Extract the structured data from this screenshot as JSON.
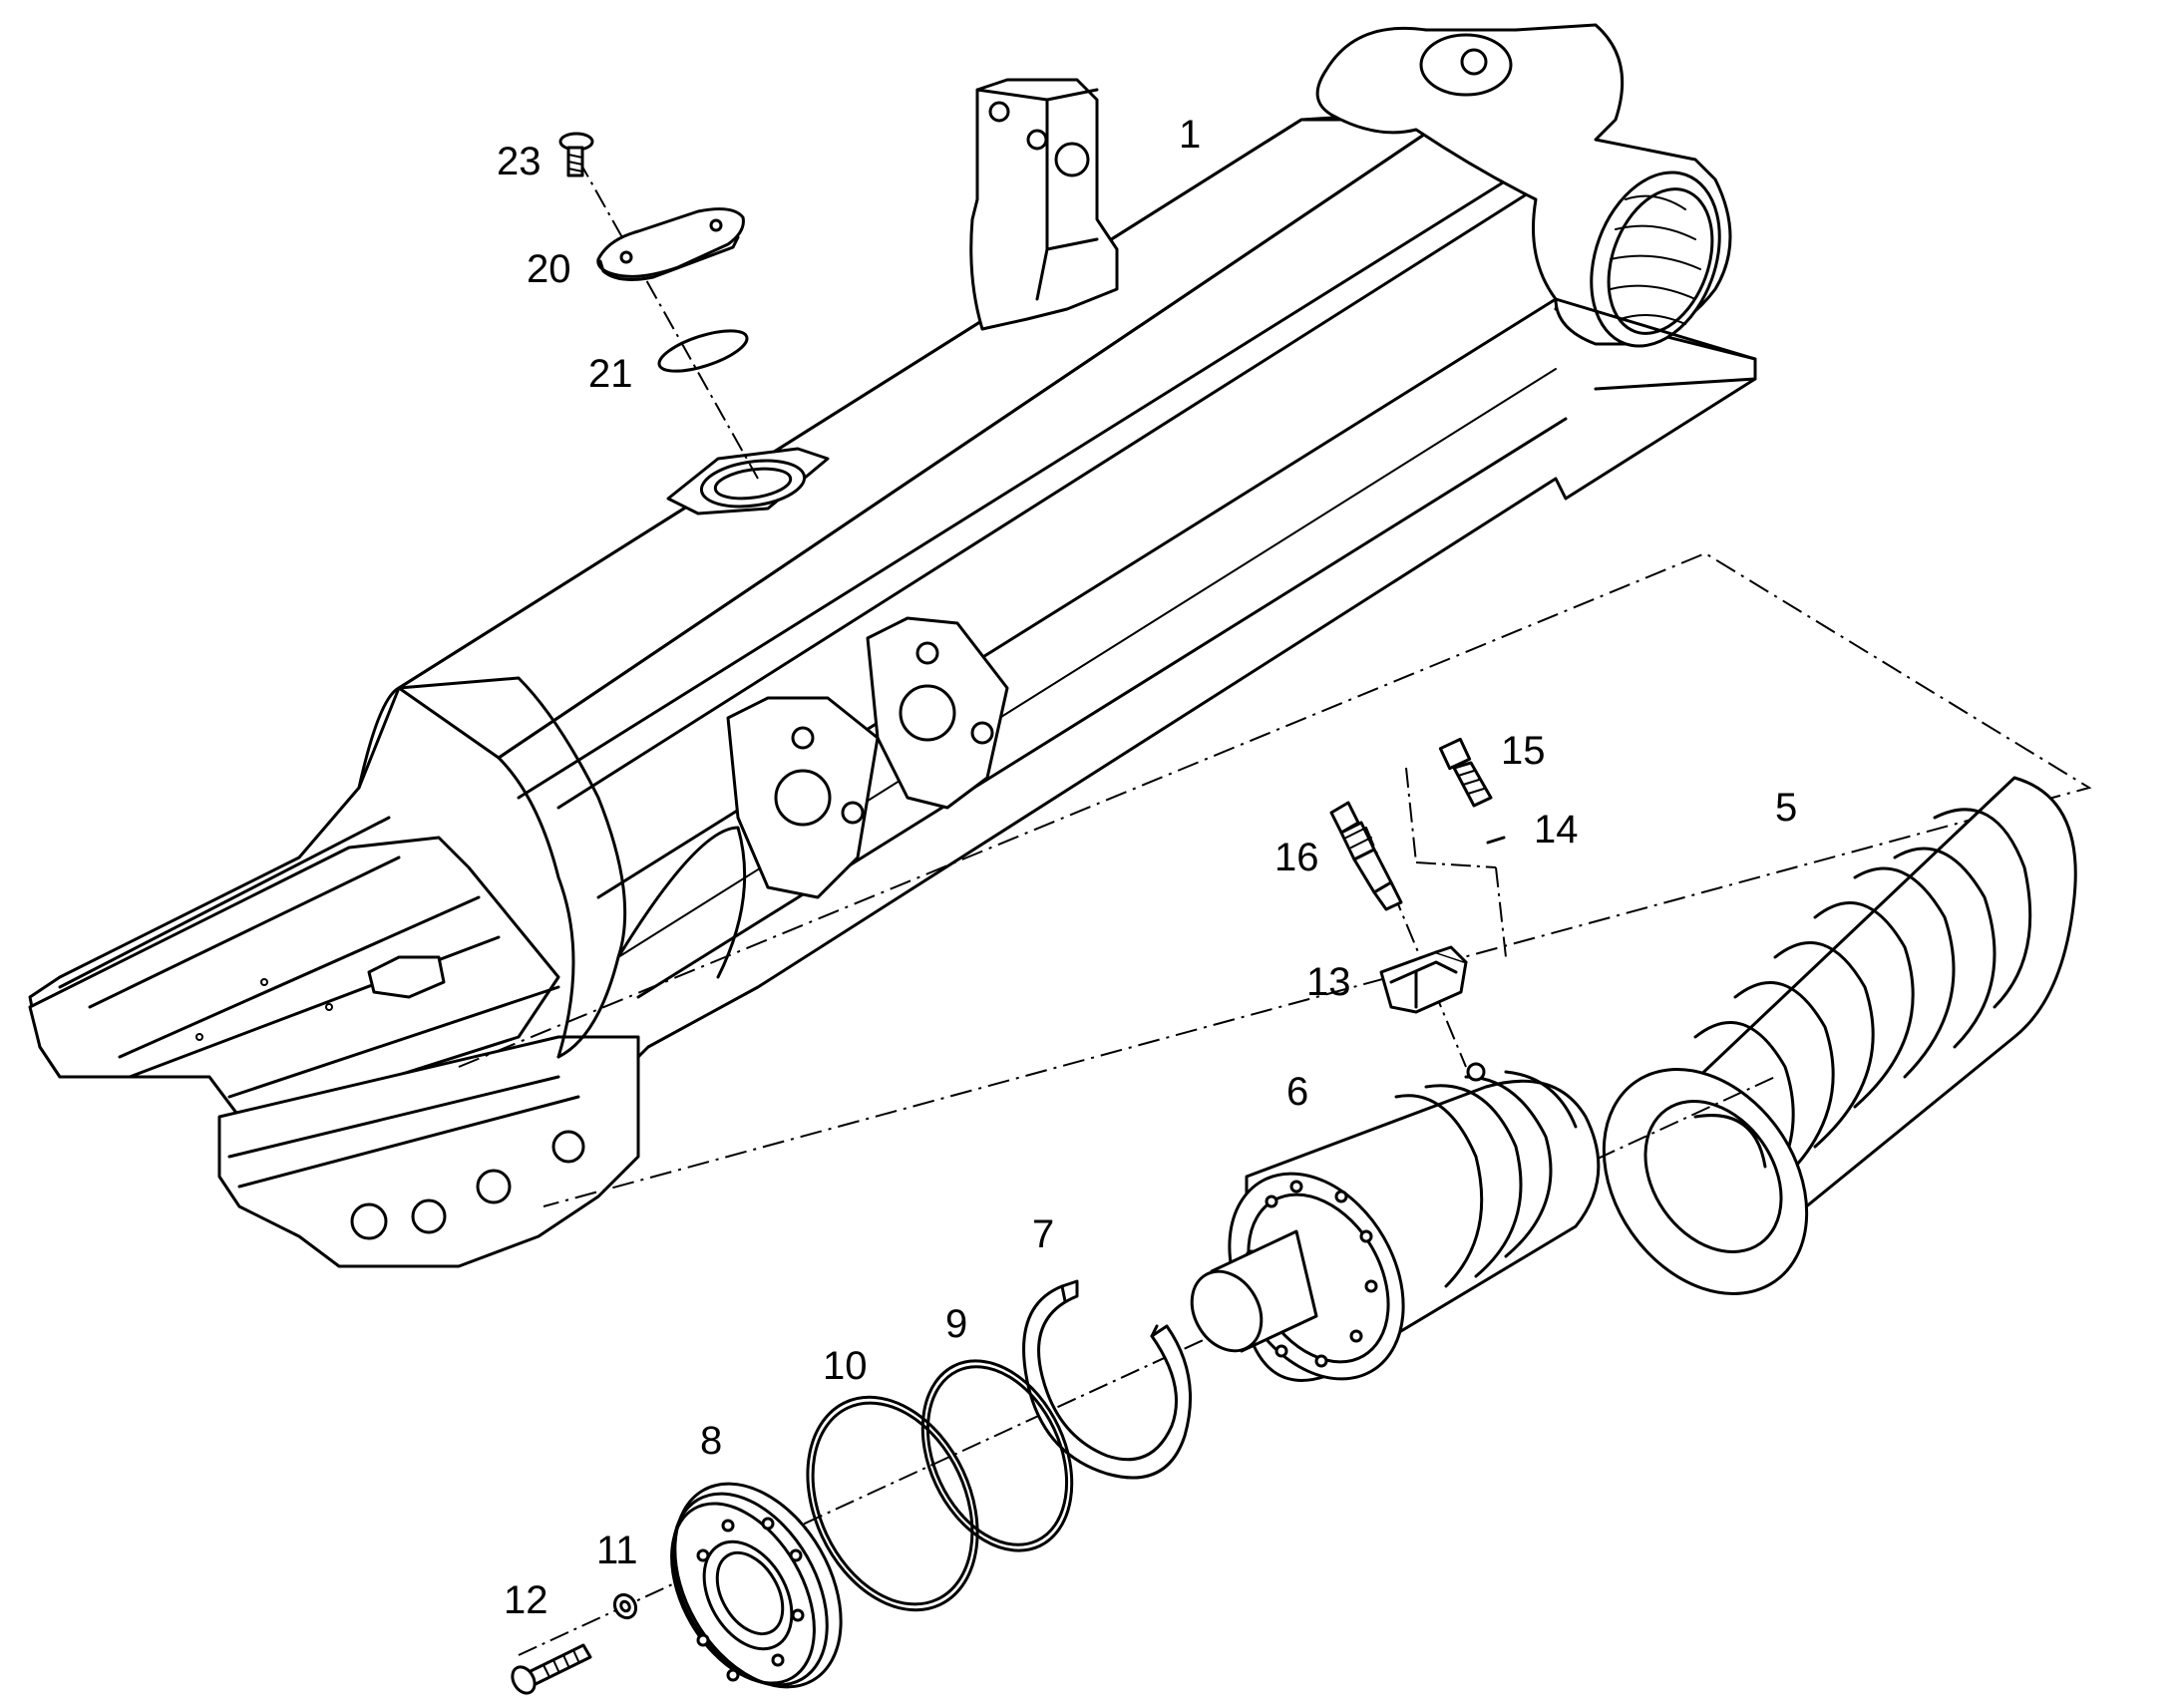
{
  "callouts": {
    "c1": "1",
    "c5": "5",
    "c6": "6",
    "c7": "7",
    "c8": "8",
    "c9": "9",
    "c10": "10",
    "c11": "11",
    "c12": "12",
    "c13": "13",
    "c14": "14",
    "c15": "15",
    "c16": "16",
    "c20": "20",
    "c21": "21",
    "c23": "23"
  }
}
